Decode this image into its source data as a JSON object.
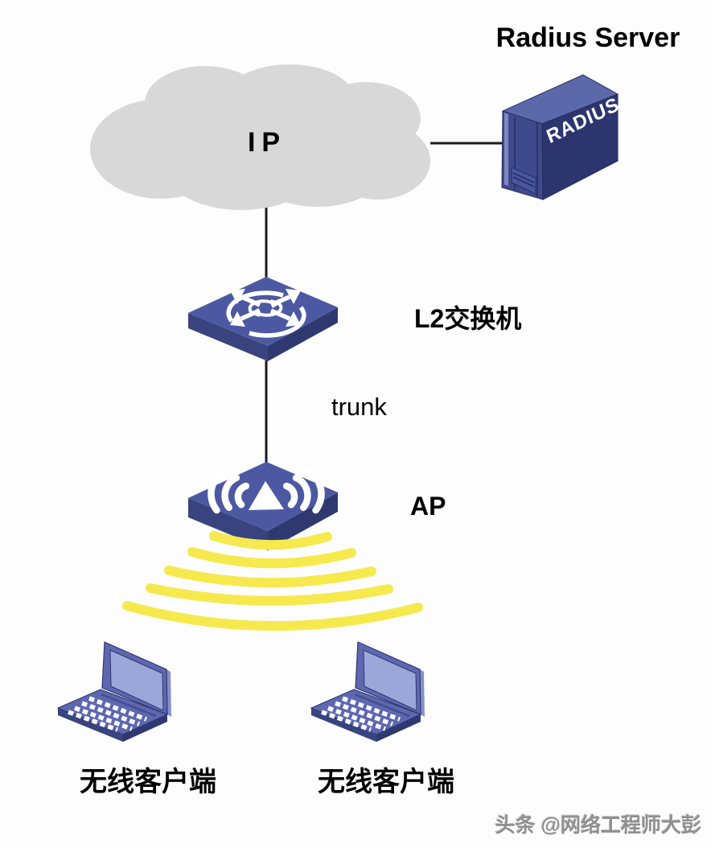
{
  "labels": {
    "server_title": "Radius Server",
    "server_body": "RADIUS",
    "cloud": "IP",
    "switch": "L2交换机",
    "trunk": "trunk",
    "ap": "AP",
    "client_left": "无线客户端",
    "client_right": "无线客户端",
    "watermark": "头条 @网络工程师大彭"
  },
  "icons": {
    "ip_cloud": "gray-cloud",
    "radius_server": "3d-navy-tower-server",
    "l2_switch": "3d-blue-slab-with-crossing-arrows-ring",
    "access_point": "3d-blue-slab-with-antenna-waves",
    "wifi_signal": "five-yellow-arcs",
    "laptop": "3d-blue-laptop"
  },
  "colors": {
    "cloud": "#d8d8d8",
    "line": "#1b1b1b",
    "text": "#000000",
    "slab_top": "#4c59a2",
    "slab_left": "#39437e",
    "slab_right": "#2f3970",
    "server_top": "#5b68aa",
    "server_front": "#3f4a8c",
    "server_side": "#2d356f",
    "server_light": "#7d88c0",
    "server_line": "#272e63",
    "laptop_body": "#5d68b0",
    "laptop_screen": "#9ca7d9",
    "laptop_dark": "#39437e",
    "laptop_darker": "#2f3970",
    "laptop_light": "#8590c9",
    "laptop_edge": "#2e3870",
    "wifi_yellow": "#f5e94e",
    "icon_white": "#ffffff",
    "watermark": "#8f8f8f"
  }
}
